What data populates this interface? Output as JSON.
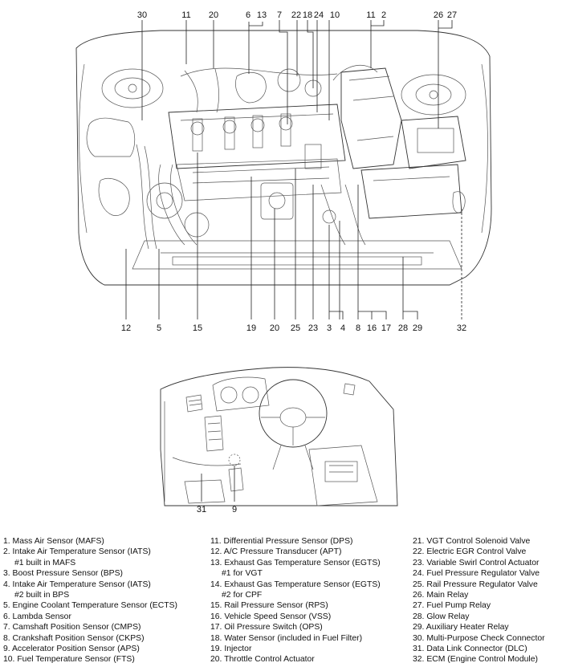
{
  "engine_callouts": {
    "top": [
      "30",
      "11",
      "20",
      "6",
      "13",
      "7",
      "22",
      "18",
      "24",
      "10",
      "11",
      "2",
      "26",
      "27"
    ],
    "bottom": [
      "12",
      "5",
      "15",
      "19",
      "20",
      "25",
      "23",
      "3",
      "4",
      "8",
      "16",
      "17",
      "28",
      "29",
      "32"
    ]
  },
  "interior_callouts": [
    "31",
    "9"
  ],
  "legend": {
    "col1": [
      {
        "main": "1. Mass Air Sensor (MAFS)"
      },
      {
        "main": "2. Intake Air Temperature Sensor (IATS)",
        "sub": "#1 built in MAFS"
      },
      {
        "main": "3. Boost Pressure Sensor (BPS)"
      },
      {
        "main": "4. Intake Air Temperature Sensor (IATS)",
        "sub": "#2 built in BPS"
      },
      {
        "main": "5. Engine Coolant Temperature Sensor (ECTS)"
      },
      {
        "main": "6. Lambda Sensor"
      },
      {
        "main": "7. Camshaft Position Sensor (CMPS)"
      },
      {
        "main": "8. Crankshaft Position Sensor (CKPS)"
      },
      {
        "main": "9. Accelerator Position Sensor (APS)"
      },
      {
        "main": "10. Fuel Temperature Sensor (FTS)"
      }
    ],
    "col2": [
      {
        "main": "11. Differential Pressure Sensor (DPS)"
      },
      {
        "main": "12. A/C Pressure Transducer (APT)"
      },
      {
        "main": "13. Exhaust Gas Temperature Sensor (EGTS)",
        "sub": "#1 for VGT"
      },
      {
        "main": "14. Exhaust Gas Temperature Sensor (EGTS)",
        "sub": "#2 for CPF"
      },
      {
        "main": "15. Rail Pressure Sensor (RPS)"
      },
      {
        "main": "16. Vehicle Speed Sensor (VSS)"
      },
      {
        "main": "17. Oil Pressure Switch (OPS)"
      },
      {
        "main": "18. Water Sensor (included in Fuel Filter)"
      },
      {
        "main": "19. Injector"
      },
      {
        "main": "20. Throttle Control Actuator"
      }
    ],
    "col3": [
      {
        "main": "21. VGT Control Solenoid Valve"
      },
      {
        "main": "22. Electric EGR Control Valve"
      },
      {
        "main": "23. Variable Swirl Control Actuator"
      },
      {
        "main": "24. Fuel Pressure Regulator Valve"
      },
      {
        "main": "25. Rail Pressure Regulator Valve"
      },
      {
        "main": "26. Main Relay"
      },
      {
        "main": "27. Fuel Pump Relay"
      },
      {
        "main": "28. Glow Relay"
      },
      {
        "main": "29. Auxiliary Heater Relay"
      },
      {
        "main": "30. Multi-Purpose Check Connector"
      },
      {
        "main": "31. Data Link Connector (DLC)"
      },
      {
        "main": "32. ECM (Engine Control Module)"
      }
    ]
  }
}
